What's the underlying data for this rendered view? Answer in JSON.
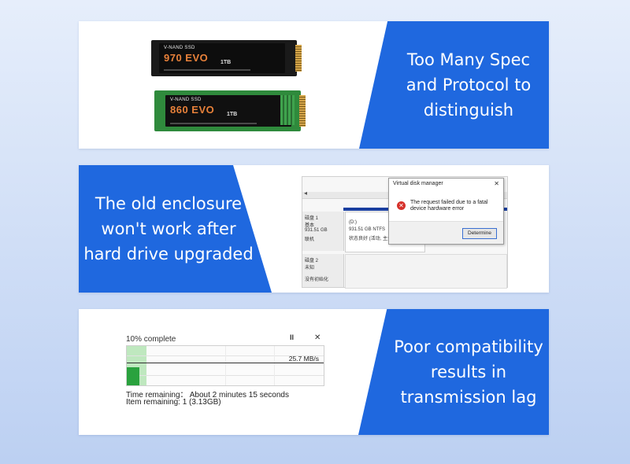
{
  "panels": {
    "ssd": {
      "caption": [
        "Too Many Spec",
        "and Protocol to",
        "distinguish"
      ],
      "ssd1": {
        "brand": "V-NAND SSD",
        "model": "970 EVO",
        "capacity": "1TB"
      },
      "ssd2": {
        "brand": "V-NAND SSD",
        "model": "860 EVO",
        "capacity": "1TB"
      }
    },
    "enclosure": {
      "caption": [
        "The old enclosure",
        "won't work after",
        "hard drive upgraded"
      ],
      "disk_manager": {
        "disk1": {
          "name": "磁盘 1",
          "type": "基本",
          "size": "931.51 GB",
          "status": "联机"
        },
        "disk2": {
          "name": "磁盘 2",
          "type": "未知",
          "status": "没有初始化"
        },
        "partition": {
          "letter": "(D:)",
          "size": "931.51 GB NTFS",
          "status": "状态良好 (活动, 主分"
        },
        "dialog": {
          "title": "Virtual disk manager",
          "message": [
            "The request failed due to a fatal",
            "device hardware error"
          ],
          "button": "Determine"
        }
      }
    },
    "transfer": {
      "caption": [
        "Poor compatibility",
        "results in",
        "transmission lag"
      ],
      "progress_text": "10% complete",
      "progress": 0.1,
      "speed": "25.7 MB/s",
      "time_remaining": "Time remaining：  About 2 minutes 15 seconds",
      "item_remaining": "Item remaining: 1 (3.13GB)",
      "colors": {
        "fill": "#bfe8bf",
        "bar": "#2aa23e"
      }
    }
  },
  "colors": {
    "accent": "#1f68df",
    "background": "#cddcf5"
  }
}
